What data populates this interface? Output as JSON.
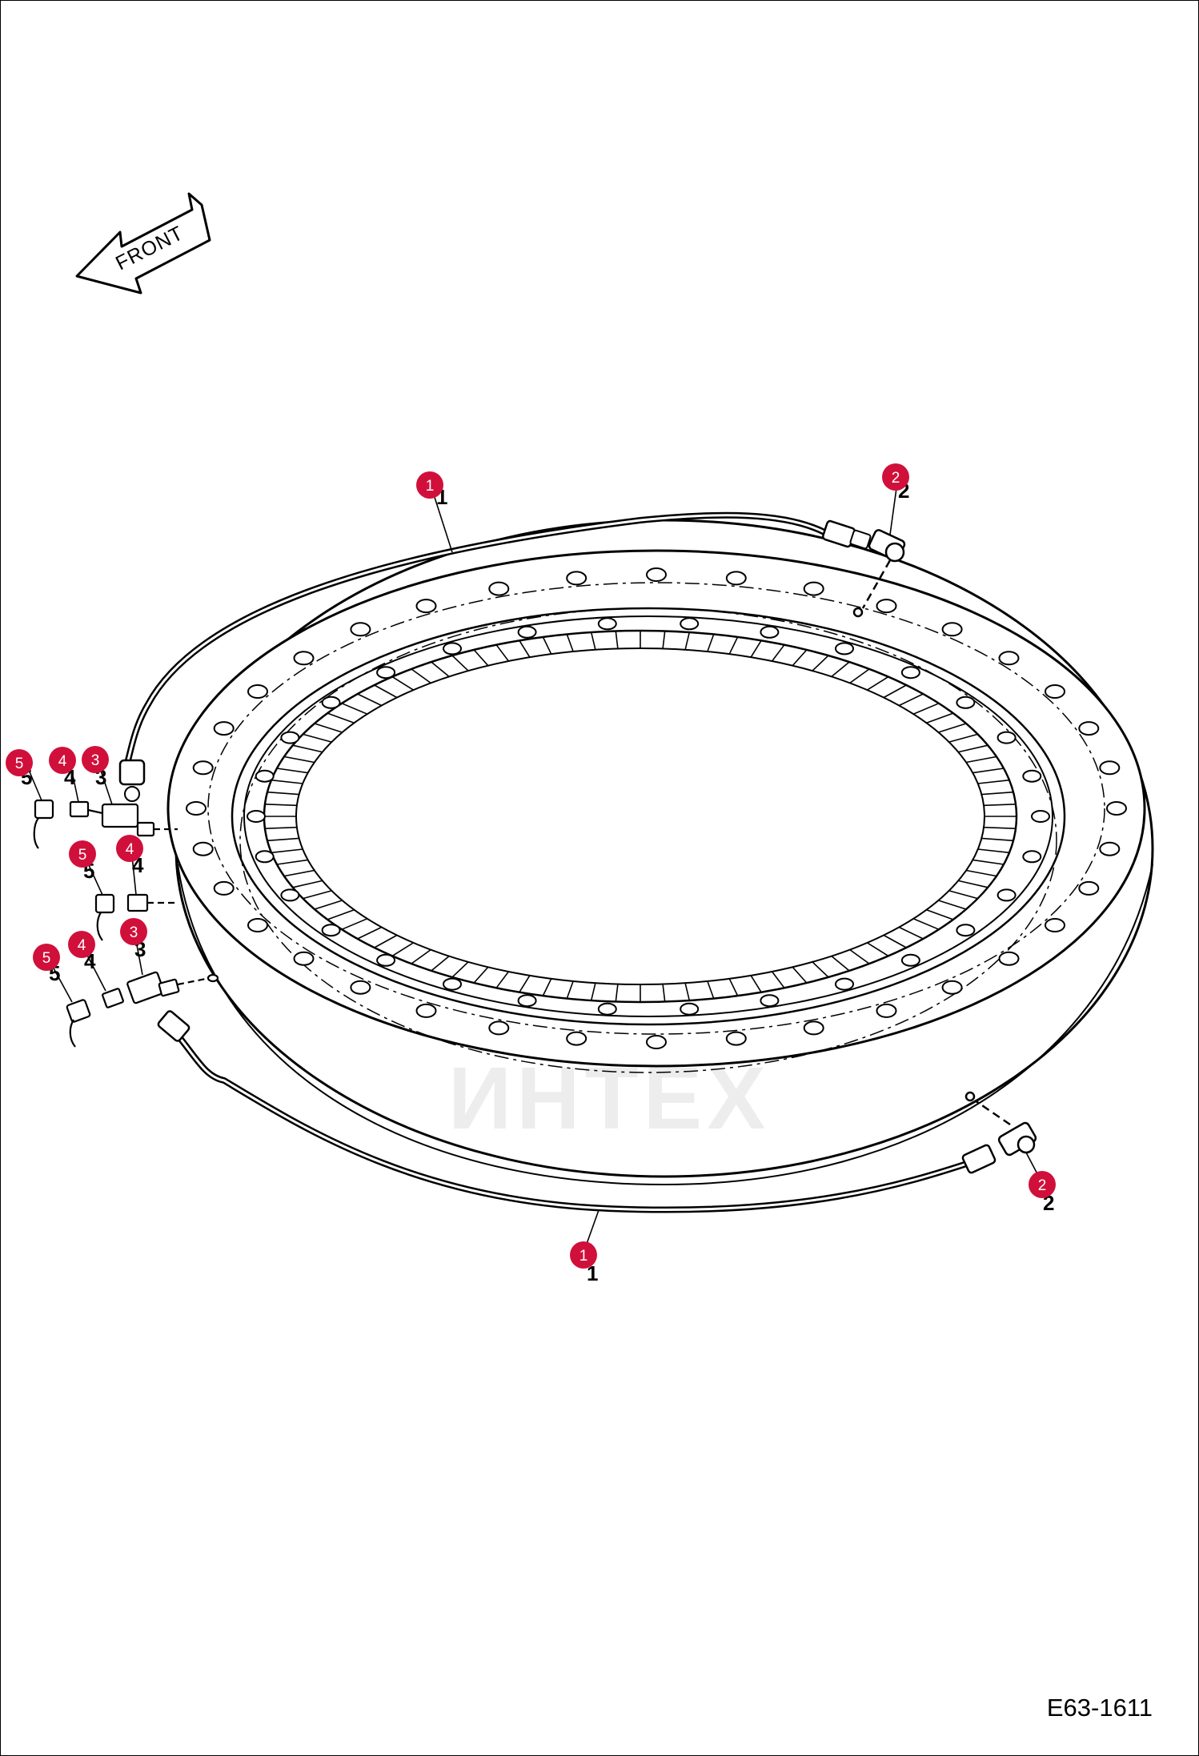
{
  "diagram": {
    "drawing_code": "E63-1611",
    "front_label": "FRONT",
    "watermark_text": "ИНТЕХ",
    "callout_color": "#d0103a",
    "watermark_color": "#f4c4c4"
  },
  "callouts": [
    {
      "id": "c1-top",
      "label": "1"
    },
    {
      "id": "c2-top",
      "label": "2"
    },
    {
      "id": "c5-a",
      "label": "5"
    },
    {
      "id": "c4-a",
      "label": "4"
    },
    {
      "id": "c3-a",
      "label": "3"
    },
    {
      "id": "c5-b",
      "label": "5"
    },
    {
      "id": "c4-b",
      "label": "4"
    },
    {
      "id": "c4-c",
      "label": "4"
    },
    {
      "id": "c3-b",
      "label": "3"
    },
    {
      "id": "c5-c",
      "label": "5"
    },
    {
      "id": "c2-bottom",
      "label": "2"
    },
    {
      "id": "c1-bottom",
      "label": "1"
    }
  ],
  "ref_numbers": [
    {
      "id": "r1-top",
      "label": "1"
    },
    {
      "id": "r2-top",
      "label": "2"
    },
    {
      "id": "r5-a",
      "label": "5"
    },
    {
      "id": "r4-a",
      "label": "4"
    },
    {
      "id": "r3-a",
      "label": "3"
    },
    {
      "id": "r5-b",
      "label": "5"
    },
    {
      "id": "r4-b",
      "label": "4"
    },
    {
      "id": "r3-b",
      "label": "3"
    },
    {
      "id": "r4-c",
      "label": "4"
    },
    {
      "id": "r5-c",
      "label": "5"
    },
    {
      "id": "r2-bottom",
      "label": "2"
    },
    {
      "id": "r1-bottom",
      "label": "1"
    }
  ]
}
